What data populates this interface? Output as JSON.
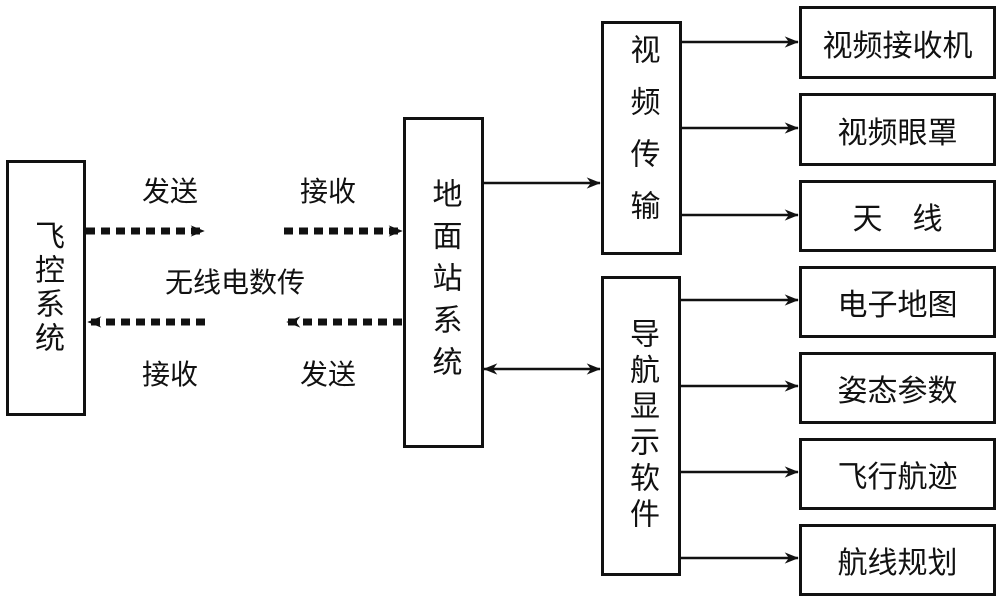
{
  "diagram": {
    "nodes": {
      "flight_control": "飞控系统",
      "ground_station": "地面站系统",
      "video_transmission": "视频传输",
      "nav_software": "导航显示软件"
    },
    "video_outputs": [
      "视频接收机",
      "视频眼罩",
      "天　线"
    ],
    "nav_outputs": [
      "电子地图",
      "姿态参数",
      "飞行航迹",
      "航线规划"
    ],
    "link": {
      "title": "无线电数传",
      "upper_left": "发送",
      "upper_right": "接收",
      "lower_left": "接收",
      "lower_right": "发送"
    },
    "colors": {
      "line": "#111111",
      "background": "#ffffff"
    }
  }
}
